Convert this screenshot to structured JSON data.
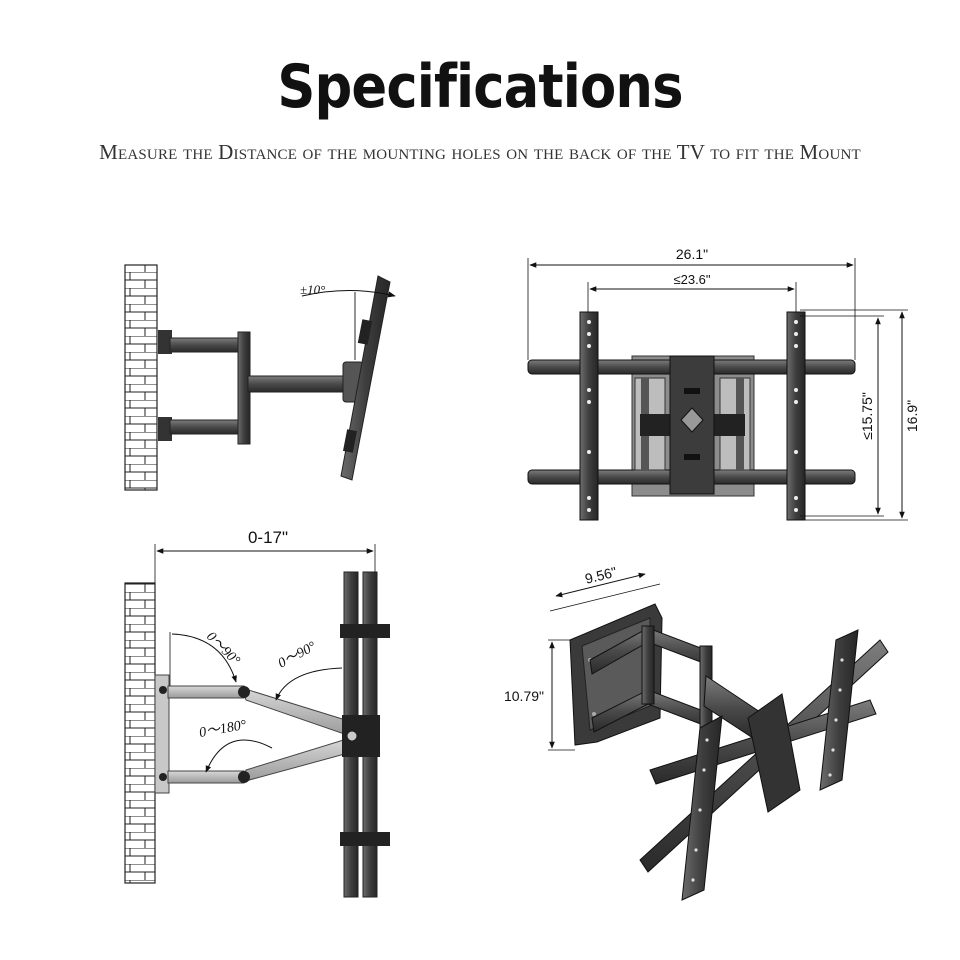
{
  "header": {
    "title": "Specifications",
    "subtitle": "Measure the Distance of the mounting holes on the back of the TV to fit the Mount"
  },
  "tilt_view": {
    "tilt_label": "±10°"
  },
  "front_view": {
    "overall_width": "26.1\"",
    "hole_width_max": "≤23.6\"",
    "hole_height_max": "≤15.75\"",
    "overall_height": "16.9\""
  },
  "swivel_view": {
    "extension": "0-17\"",
    "angle_inner": "0～90°",
    "angle_outer": "0～90°",
    "angle_bottom": "0～180°"
  },
  "iso_view": {
    "plate_width": "9.56\"",
    "plate_height": "10.79\""
  }
}
